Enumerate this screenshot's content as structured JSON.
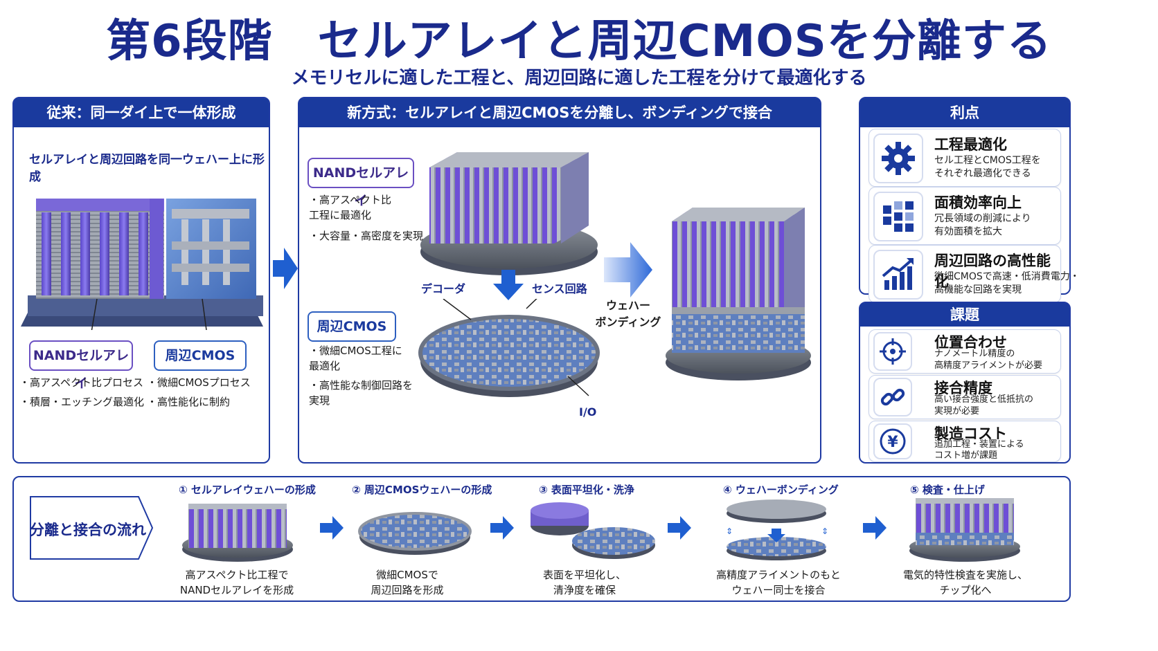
{
  "header": {
    "title": "第6段階　セルアレイと周辺CMOSを分離する",
    "subtitle": "メモリセルに適した工程と、周辺回路に適した工程を分けて最適化する"
  },
  "left_panel": {
    "heading": "従来：同一ダイ上で一体形成",
    "note": "セルアレイと周辺回路を同一ウェハー上に形成",
    "nand_label": "NANDセルアレイ",
    "cmos_label": "周辺CMOS",
    "nand_bullets": [
      "高アスペクト比プロセス",
      "積層・エッチング最適化"
    ],
    "cmos_bullets": [
      "微細CMOSプロセス",
      "高性能化に制約"
    ]
  },
  "middle_panel": {
    "heading": "新方式：セルアレイと周辺CMOSを分離し、ボンディングで接合",
    "nand_label": "NANDセルアレイ",
    "nand_bullets": [
      "高アスペクト比\n工程に最適化",
      "大容量・高密度を実現"
    ],
    "cmos_label": "周辺CMOS",
    "cmos_bullets": [
      "微細CMOS工程に\n最適化",
      "高性能な制御回路を\n実現"
    ],
    "callouts": {
      "decoder": "デコーダ",
      "sense": "センス回路",
      "io": "I/O"
    },
    "bonding_label": "ウェハー\nボンディング"
  },
  "benefits": {
    "heading": "利点",
    "items": [
      {
        "icon": "gear-icon",
        "title": "工程最適化",
        "desc": "セル工程とCMOS工程を\nそれぞれ最適化できる"
      },
      {
        "icon": "blocks-icon",
        "title": "面積効率向上",
        "desc": "冗長領域の削減により\n有効面積を拡大"
      },
      {
        "icon": "chart-up-icon",
        "title": "周辺回路の高性能化",
        "desc": "微細CMOSで高速・低消費電力・\n高機能な回路を実現"
      }
    ]
  },
  "issues": {
    "heading": "課題",
    "items": [
      {
        "icon": "target-icon",
        "title": "位置合わせ",
        "desc": "ナノメートル精度の\n高精度アライメントが必要"
      },
      {
        "icon": "link-icon",
        "title": "接合精度",
        "desc": "高い接合強度と低抵抗の\n実現が必要"
      },
      {
        "icon": "yen-icon",
        "title": "製造コスト",
        "desc": "追加工程・装置による\nコスト増が課題"
      }
    ]
  },
  "flow": {
    "label": "分離と接合の流れ",
    "steps": [
      {
        "title": "① セルアレイウェハーの形成",
        "desc": "高アスペクト比工程で\nNANDセルアレイを形成"
      },
      {
        "title": "② 周辺CMOSウェハーの形成",
        "desc": "微細CMOSで\n周辺回路を形成"
      },
      {
        "title": "③ 表面平坦化・洗浄",
        "desc": "表面を平坦化し、\n清浄度を確保"
      },
      {
        "title": "④ ウェハーボンディング",
        "desc": "高精度アライメントのもと\nウェハー同士を接合"
      },
      {
        "title": "⑤ 検査・仕上げ",
        "desc": "電気的特性検査を実施し、\nチップ化へ"
      }
    ]
  },
  "colors": {
    "navy": "#1a2a8c",
    "header_blue": "#1a3a9e",
    "purple": "#6a4fc2",
    "arrow_blue": "#1f5fd0"
  }
}
